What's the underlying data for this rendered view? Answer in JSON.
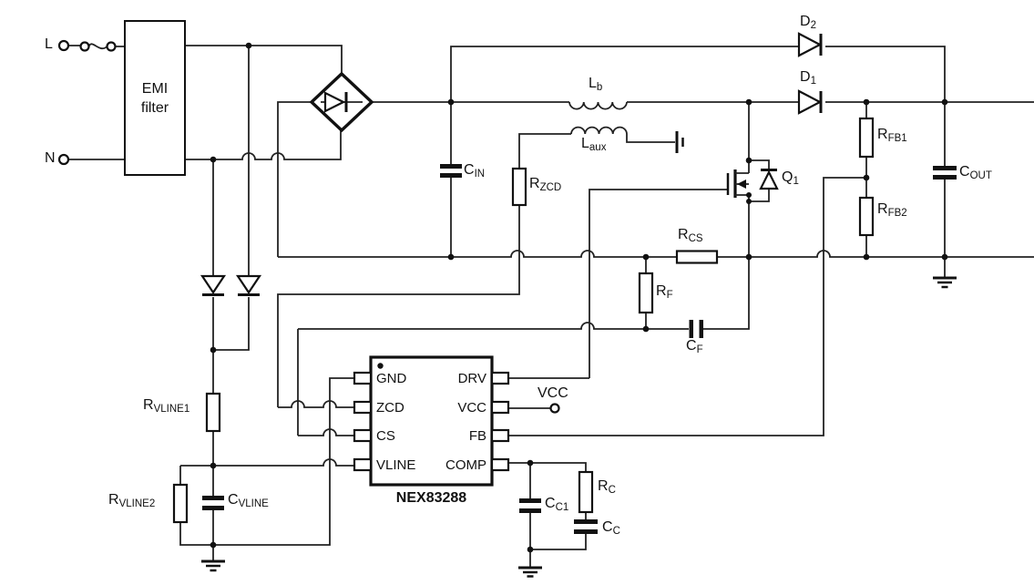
{
  "terminals": {
    "line": "L",
    "neutral": "N",
    "vcc_label": "VCC"
  },
  "emi_filter": {
    "line1": "EMI",
    "line2": "filter"
  },
  "ic": {
    "part_number": "NEX83288",
    "pins_left": [
      "GND",
      "ZCD",
      "CS",
      "VLINE"
    ],
    "pins_right": [
      "DRV",
      "VCC",
      "FB",
      "COMP"
    ]
  },
  "components": {
    "c_in": {
      "m": "C",
      "s": "IN"
    },
    "r_zcd": {
      "m": "R",
      "s": "ZCD"
    },
    "l_b": {
      "m": "L",
      "s": "b"
    },
    "l_aux": {
      "m": "L",
      "s": "aux"
    },
    "d2": {
      "m": "D",
      "s": "2"
    },
    "d1": {
      "m": "D",
      "s": "1"
    },
    "q1": {
      "m": "Q",
      "s": "1"
    },
    "r_cs": {
      "m": "R",
      "s": "CS"
    },
    "r_f": {
      "m": "R",
      "s": "F"
    },
    "c_f": {
      "m": "C",
      "s": "F"
    },
    "r_fb1": {
      "m": "R",
      "s": "FB1"
    },
    "r_fb2": {
      "m": "R",
      "s": "FB2"
    },
    "c_out": {
      "m": "C",
      "s": "OUT"
    },
    "c_c1": {
      "m": "C",
      "s": "C1"
    },
    "r_c": {
      "m": "R",
      "s": "C"
    },
    "c_c": {
      "m": "C",
      "s": "C"
    },
    "r_vline1": {
      "m": "R",
      "s": "VLINE1"
    },
    "r_vline2": {
      "m": "R",
      "s": "VLINE2"
    },
    "c_vline": {
      "m": "C",
      "s": "VLINE"
    }
  },
  "colors": {
    "wire": "#222222",
    "component": "#111111",
    "background": "#ffffff"
  }
}
